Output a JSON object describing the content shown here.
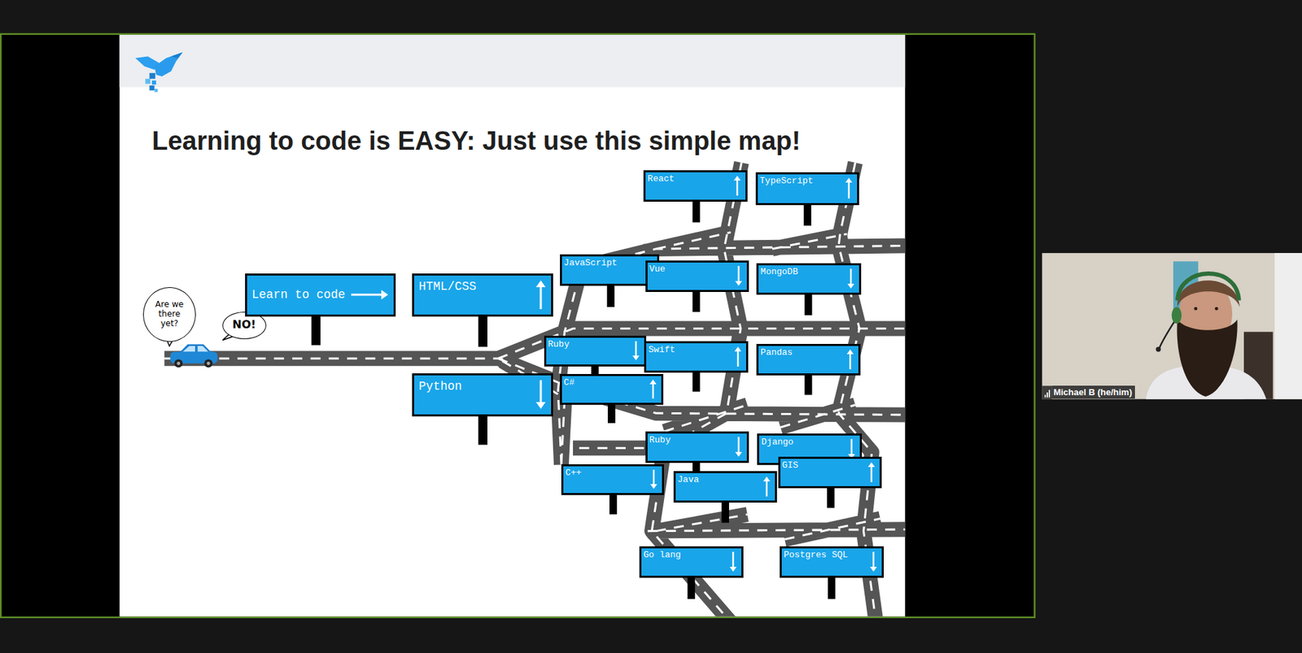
{
  "diagram": {
    "title": "Learning to code is EASY: Just use this simple map!",
    "nodes": [
      {
        "text": [
          "Are we there yet?"
        ]
      },
      {
        "text": [
          "NO!"
        ]
      },
      {
        "text": [
          "Learn to code"
        ]
      },
      {
        "text": [
          "HTML/CSS"
        ]
      },
      {
        "text": [
          "Python"
        ]
      },
      {
        "text": [
          "JavaScript"
        ]
      },
      {
        "text": [
          "Ruby"
        ]
      },
      {
        "text": [
          "C#"
        ]
      },
      {
        "text": [
          "C++"
        ]
      },
      {
        "text": [
          "React"
        ]
      },
      {
        "text": [
          "Vue"
        ]
      },
      {
        "text": [
          "Swift"
        ]
      },
      {
        "text": [
          "Ruby"
        ]
      },
      {
        "text": [
          "Java"
        ]
      },
      {
        "text": [
          "Go lang"
        ]
      },
      {
        "text": [
          "TypeScript"
        ]
      },
      {
        "text": [
          "MongoDB"
        ]
      },
      {
        "text": [
          "Pandas"
        ]
      },
      {
        "text": [
          "Django"
        ]
      },
      {
        "text": [
          "GIS"
        ]
      },
      {
        "text": [
          "Postgres SQL"
        ]
      }
    ],
    "labels": [
      "Michael B (he/him)"
    ]
  }
}
